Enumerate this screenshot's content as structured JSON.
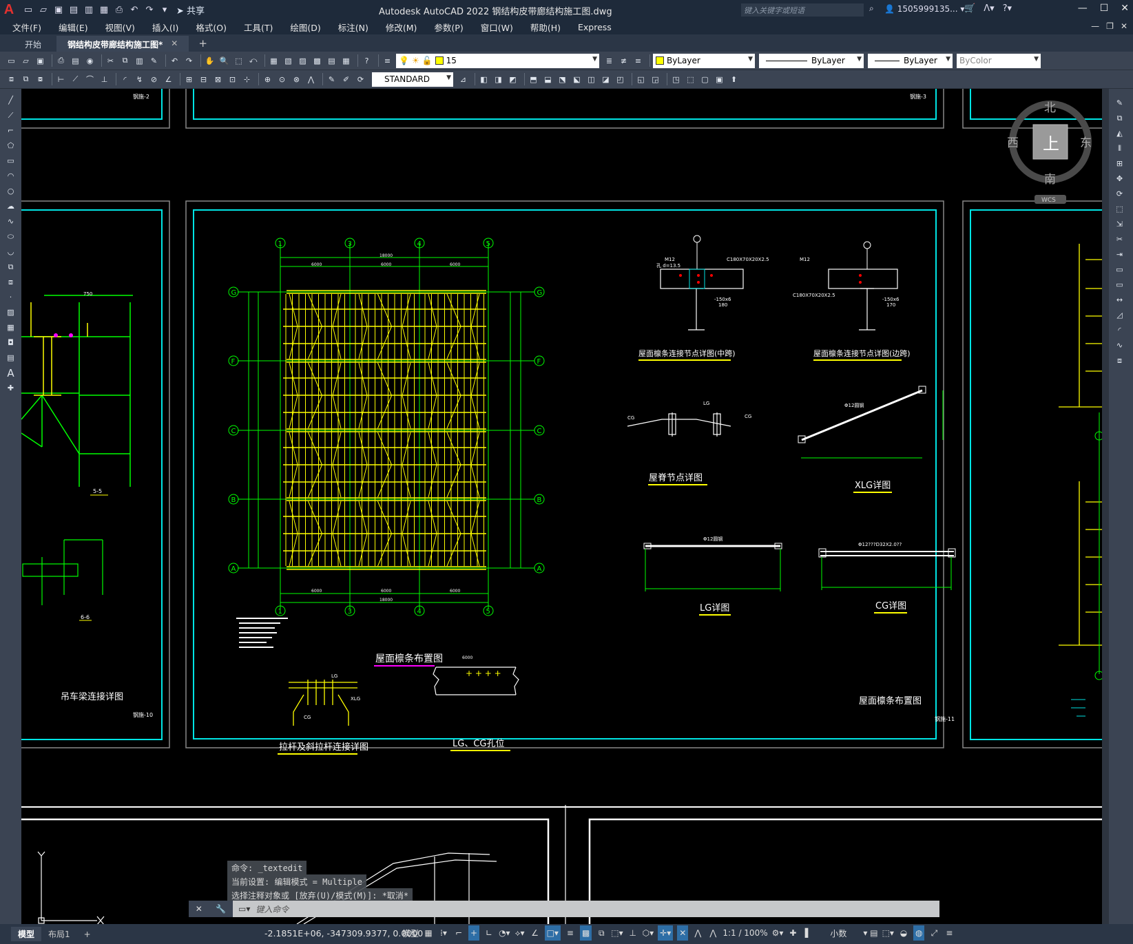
{
  "app": {
    "logo": "A",
    "title": "Autodesk AutoCAD 2022    钢结构皮带廊结构施工图.dwg",
    "search_placeholder": "键入关键字或短语",
    "user": "1505999135...",
    "share": "共享"
  },
  "menus": [
    "文件(F)",
    "编辑(E)",
    "视图(V)",
    "插入(I)",
    "格式(O)",
    "工具(T)",
    "绘图(D)",
    "标注(N)",
    "修改(M)",
    "参数(P)",
    "窗口(W)",
    "帮助(H)",
    "Express"
  ],
  "tabs": {
    "start": "开始",
    "active": "钢结构皮带廊结构施工图*",
    "close": "✕",
    "add": "+"
  },
  "toolbar": {
    "layer": "15",
    "color": "ByLayer",
    "linetype": "ByLayer",
    "lineweight": "ByLayer",
    "plotstyle": "ByColor",
    "textstyle": "STANDARD"
  },
  "viewcube": {
    "north": "北",
    "south": "南",
    "east": "东",
    "west": "西",
    "top": "上",
    "wcs": "WCS"
  },
  "drawing": {
    "sheet2": "钢施-2",
    "sheet3": "钢施-3",
    "sheet10": "钢施-10",
    "sheet11": "钢施-11",
    "left_title": "吊车梁连接详图",
    "sec55": "5-5",
    "sec66": "6-6",
    "plan_title": "屋面檩条布置图",
    "axes_num": [
      "1",
      "3",
      "4",
      "5"
    ],
    "axes_let": [
      "G",
      "F",
      "C",
      "B",
      "A"
    ],
    "node_mid": "屋面檩条连接节点详图(中跨)",
    "node_edge": "屋面檩条连接节点详图(边跨)",
    "ridge": "屋脊节点详图",
    "xlg": "XLG详图",
    "lg": "LG详图",
    "cg": "CG详图",
    "tie": "拉杆及斜拉杆连接详图",
    "lgcg": "LG、CG孔位",
    "right_title": "屋面檩条布置图",
    "c180": "C180X70X20X2.5",
    "m12": "M12",
    "pl": "-150x6",
    "d135": "孔 d=13.5",
    "phi12": "Φ12圆钢",
    "cgspec": "Φ12???D32X2.0??",
    "lgtag": "LG",
    "cgtag": "CG",
    "xlgtag": "XLG",
    "dim_6000": "6000",
    "dim_18000": "18000",
    "dim_750": "750",
    "dim_180": "180",
    "dim_170": "170"
  },
  "command": {
    "line1": "命令: _textedit",
    "line2": "当前设置: 编辑模式 = Multiple",
    "line3": "选择注释对象或 [放弃(U)/模式(M)]: *取消*",
    "placeholder": "键入命令"
  },
  "status": {
    "model_tab": "模型",
    "layout_tab": "布局1",
    "add": "+",
    "coords": "-2.1851E+06, -347309.9377, 0.0000",
    "model": "模型",
    "scale": "1:1 / 100%",
    "units": "小数"
  }
}
